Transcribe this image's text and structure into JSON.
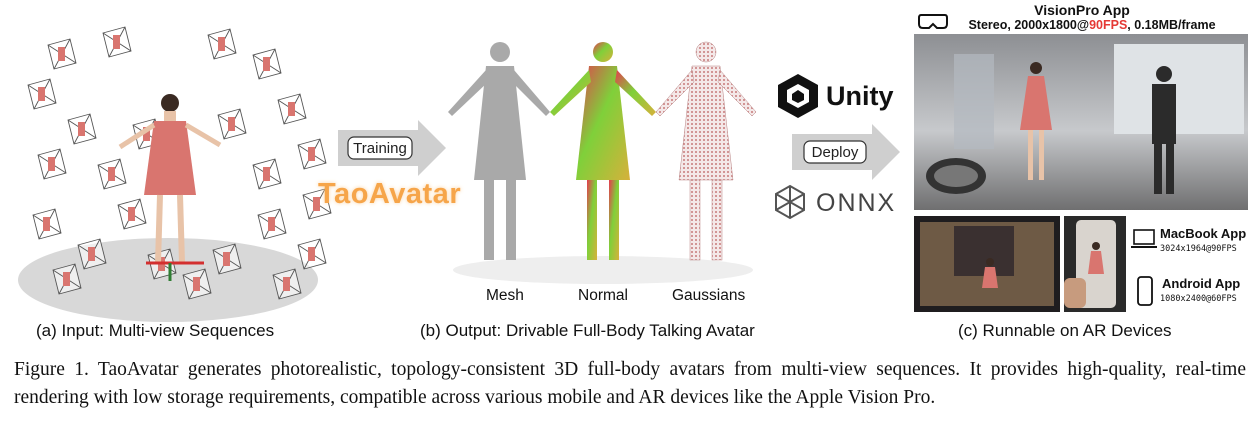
{
  "panel_a": {
    "caption": "(a) Input: Multi-view Sequences"
  },
  "panel_b": {
    "caption": "(b) Output: Drivable Full-Body Talking Avatar",
    "labels": [
      "Mesh",
      "Normal",
      "Gaussians"
    ]
  },
  "panel_c": {
    "caption": "(c) Runnable on AR Devices",
    "visionpro_title": "VisionPro App",
    "visionpro_spec_prefix": "Stereo, 2000x1800@",
    "visionpro_fps": "90FPS",
    "visionpro_spec_suffix": ", 0.18MB/frame",
    "macbook_name": "MacBook App",
    "macbook_spec": "3024x1964@90FPS",
    "android_name": "Android App",
    "android_spec": "1080x2400@60FPS"
  },
  "arrows": {
    "training": "Training",
    "deploy": "Deploy"
  },
  "brand": {
    "taoavatar": "TaoAvatar",
    "unity": "Unity",
    "onnx": "ONNX"
  },
  "figure_caption": "Figure 1.  TaoAvatar generates photorealistic, topology-consistent 3D full-body avatars from multi-view sequences.  It provides high-quality, real-time rendering with low storage requirements, compatible across various mobile and AR devices like the Apple Vision Pro.",
  "colors": {
    "accent_fps": "#e53935",
    "taoavatar_orange": "#f6a54a",
    "arrow_gray": "#cfcfcf"
  }
}
